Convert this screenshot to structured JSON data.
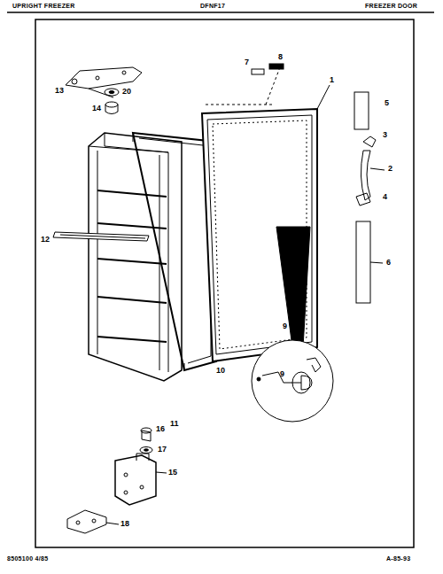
{
  "diagram": {
    "labels": [
      "UPRIGHT FREEZER",
      "DFNF17",
      "FREEZER DOOR",
      "1",
      "2",
      "3",
      "4",
      "5",
      "6",
      "7",
      "8",
      "9",
      "9",
      "10",
      "11",
      "12",
      "13",
      "14",
      "15",
      "16",
      "17",
      "18",
      "20",
      "8505100 4/85",
      "A-85-93"
    ]
  }
}
